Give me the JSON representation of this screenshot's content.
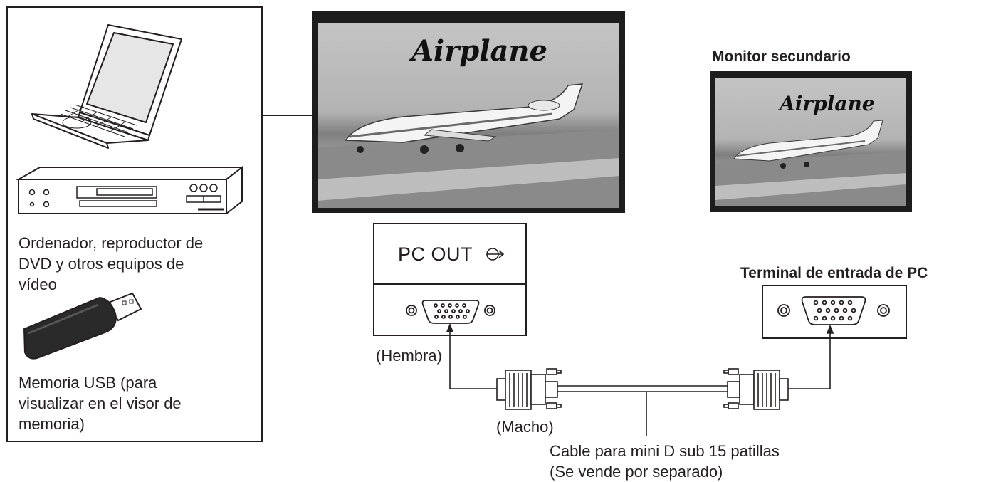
{
  "devices_panel": {
    "devices_caption": [
      "Ordenador, reproductor de",
      "DVD y otros equipos de",
      "vídeo"
    ],
    "usb_caption": [
      "Memoria USB (para",
      "visualizar en el visor de",
      "memoria)"
    ]
  },
  "main_display": {
    "screen_text": "Airplane"
  },
  "secondary_monitor": {
    "title": "Monitor secundario",
    "screen_text": "Airplane"
  },
  "pc_out_panel": {
    "label": "PC OUT"
  },
  "input_terminal": {
    "title": "Terminal de entrada de PC"
  },
  "labels": {
    "female": "(Hembra)",
    "male": "(Macho)",
    "cable": [
      "Cable para mini D sub 15 patillas",
      "(Se vende por separado)"
    ]
  }
}
